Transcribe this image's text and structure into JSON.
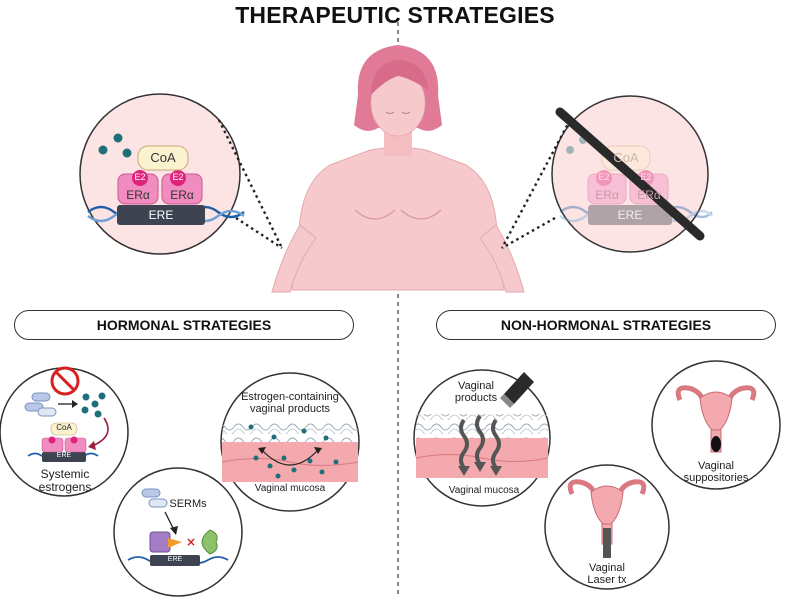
{
  "title": "THERAPEUTIC STRATEGIES",
  "receptor_complex": {
    "coactivator": "CoA",
    "ligand": "E2",
    "receptor": "ERα",
    "dna_element": "ERE"
  },
  "sections": {
    "hormonal": "HORMONAL STRATEGIES",
    "non_hormonal": "NON-HORMONAL STRATEGIES"
  },
  "hormonal_items": {
    "systemic_line1": "Systemic",
    "systemic_line2": "estrogens",
    "serms": "SERMs",
    "vaginal_products_line1": "Estrogen-containing",
    "vaginal_products_line2": "vaginal products",
    "vaginal_mucosa": "Vaginal mucosa"
  },
  "non_hormonal_items": {
    "vaginal_products_line1": "Vaginal",
    "vaginal_products_line2": "products",
    "vaginal_mucosa": "Vaginal mucosa",
    "suppositories_line1": "Vaginal",
    "suppositories_line2": "suppositories",
    "laser_line1": "Vaginal",
    "laser_line2": "Laser tx"
  },
  "colors": {
    "skin": "#f6c9cc",
    "hair": "#e07a96",
    "magenta": "#e0237a",
    "pink_receptor": "#f08cbf",
    "coa_fill": "#fbf2d0",
    "ere_fill": "#3d4350",
    "dots": "#1f6f7a",
    "circle_fill": "#fde4e4",
    "tissue_pink": "#f3a9ad",
    "laser_rod": "#2a2a2a",
    "prohibit_red": "#d92020"
  }
}
